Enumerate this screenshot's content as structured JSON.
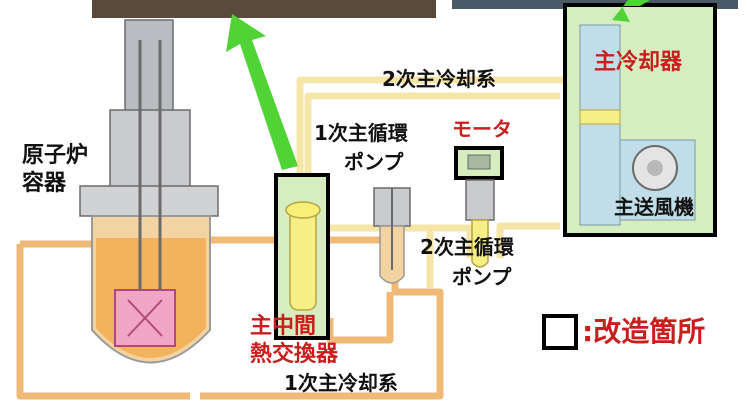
{
  "labels": {
    "reactor_vessel_line1": "原子炉",
    "reactor_vessel_line2": "容器",
    "primary_pump_line1": "1次主循環",
    "primary_pump_line2": "ポンプ",
    "motor": "モータ",
    "secondary_coolant_system": "2次主冷却系",
    "main_cooler": "主冷却器",
    "main_blower": "主送風機",
    "secondary_pump_line1": "2次主循環",
    "secondary_pump_line2": "ポンプ",
    "ihx_line1": "主中間",
    "ihx_line2": "熱交換器",
    "primary_coolant_system": "1次主冷却系"
  },
  "legend": {
    "text": ":改造箇所"
  },
  "colors": {
    "primary_pipe": "#efb978",
    "secondary_pipe": "#f5e6a8",
    "sodium": "#f3b35c",
    "highlight_fill": "#d6edc0",
    "arrow": "#4fd335",
    "modified_outline": "#000000",
    "label_red": "#c81e1e"
  }
}
